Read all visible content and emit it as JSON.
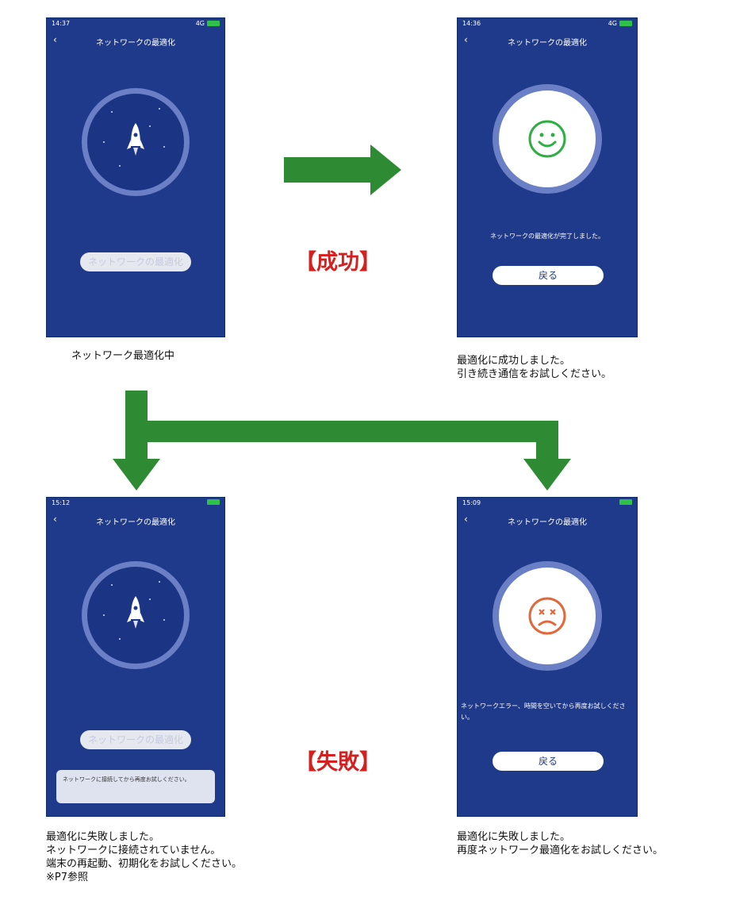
{
  "colors": {
    "arrow": "#2e8b34",
    "result_label": "#d61f1f",
    "phone_bg": "#1f3a8a",
    "smile": "#2fae44",
    "frown": "#e2673b"
  },
  "screens": {
    "top_left": {
      "time": "14:37",
      "title": "ネットワークの最適化",
      "button": "ネットワークの最適化"
    },
    "top_right": {
      "time": "14:36",
      "title": "ネットワークの最適化",
      "message": "ネットワークの最適化が完了しました。",
      "button": "戻る"
    },
    "bottom_left": {
      "time": "15:12",
      "title": "ネットワークの最適化",
      "button": "ネットワークの最適化",
      "toast": "ネットワークに接続してから再度お試しください。"
    },
    "bottom_right": {
      "time": "15:09",
      "title": "ネットワークの最適化",
      "message": "ネットワークエラー、時間を空いてから再度お試しください。",
      "button": "戻る"
    }
  },
  "results": {
    "success": "【成功】",
    "failure": "【失敗】"
  },
  "captions": {
    "top_left": "ネットワーク最適化中",
    "top_right": "最適化に成功しました。\n引き続き通信をお試しください。",
    "bottom_left": "最適化に失敗しました。\nネットワークに接続されていません。\n端末の再起動、初期化をお試しください。\n※P7参照",
    "bottom_right": "最適化に失敗しました。\n再度ネットワーク最適化をお試しください。"
  }
}
